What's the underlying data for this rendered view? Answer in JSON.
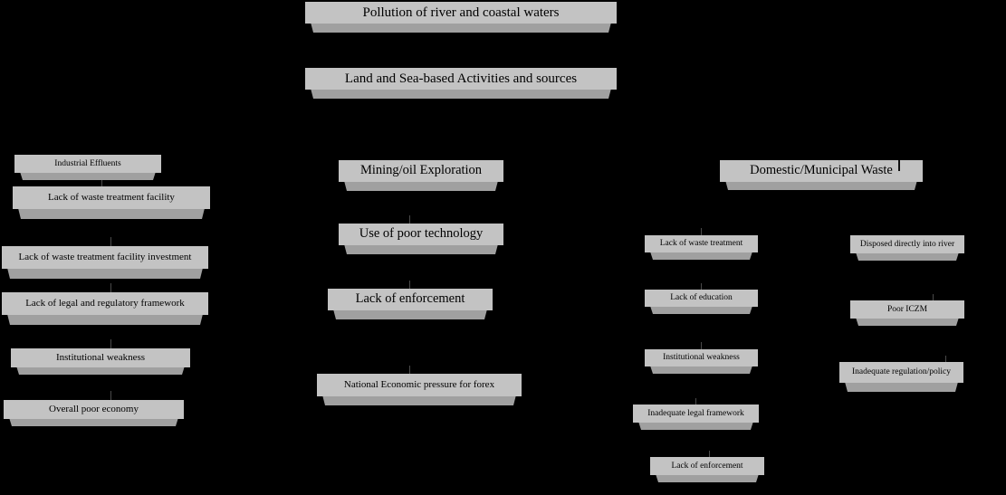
{
  "diagram": {
    "title": "Pollution of river and coastal waters problem tree",
    "background_color": "#000000",
    "box_face_color": "#c3c3c3",
    "box_shadow_color": "#a0a0a0",
    "text_color": "#000000"
  },
  "header": {
    "problem": "Pollution of river and coastal waters",
    "category": "Land and Sea-based Activities and sources"
  },
  "columns": [
    {
      "name": "industrial-effluents",
      "heading": "Industrial Effluents",
      "causes": [
        "Lack of waste treatment facility",
        "Lack of waste treatment facility investment",
        "Lack of legal and regulatory framework",
        "Institutional weakness",
        "Overall poor economy"
      ]
    },
    {
      "name": "mining-oil-exploration",
      "heading": "Mining/oil Exploration",
      "causes": [
        "Use of poor technology",
        "Lack of enforcement",
        "National Economic pressure for forex"
      ]
    },
    {
      "name": "domestic-municipal-waste",
      "heading": "Domestic/Municipal Waste",
      "causes_left": [
        "Lack of waste treatment",
        "Lack of education",
        "Institutional weakness",
        "Inadequate legal framework",
        "Lack of enforcement"
      ],
      "causes_right": [
        "Disposed directly into river",
        "Poor ICZM",
        "Inadequate regulation/policy"
      ]
    }
  ]
}
